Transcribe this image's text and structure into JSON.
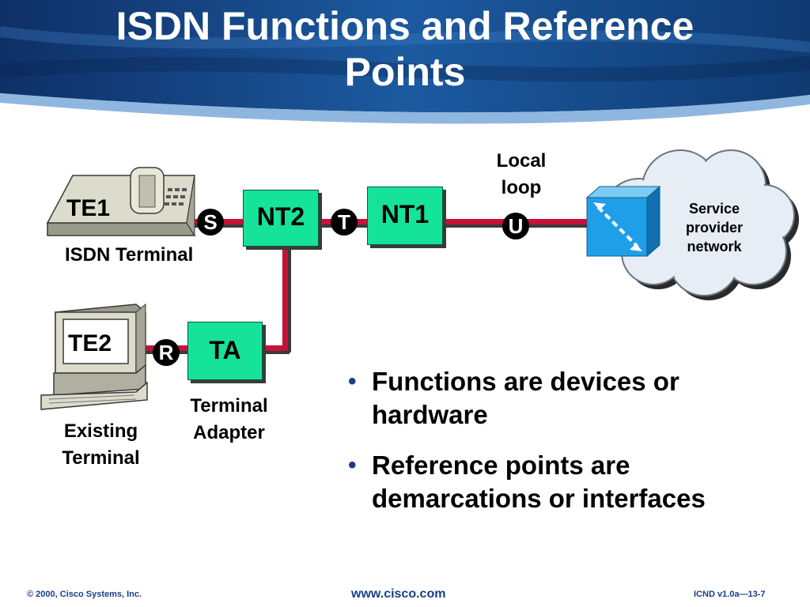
{
  "title": {
    "line1": "ISDN Functions and Reference",
    "line2": "Points"
  },
  "diagram": {
    "te1": {
      "label": "TE1",
      "caption": "ISDN Terminal"
    },
    "te2": {
      "label": "TE2",
      "caption_line1": "Existing",
      "caption_line2": "Terminal"
    },
    "nt2": "NT2",
    "nt1": "NT1",
    "ta": {
      "label": "TA",
      "caption_line1": "Terminal",
      "caption_line2": "Adapter"
    },
    "reference_points": {
      "s": "S",
      "t": "T",
      "u": "U",
      "r": "R"
    },
    "local_loop": {
      "line1": "Local",
      "line2": "loop"
    },
    "cloud": {
      "line1": "Service",
      "line2": "provider",
      "line3": "network"
    }
  },
  "bullets": [
    {
      "line1": "Functions are devices or",
      "line2": "hardware"
    },
    {
      "line1": "Reference points are",
      "line2": "demarcations or interfaces"
    }
  ],
  "footer": {
    "copyright": "© 2000, Cisco Systems, Inc.",
    "url": "www.cisco.com",
    "course": "ICND v1.0a—13-7"
  },
  "colors": {
    "function_box": "#16e39a",
    "link": "#c8103a",
    "switch": "#1f9fe8",
    "header": "#123e7a"
  }
}
